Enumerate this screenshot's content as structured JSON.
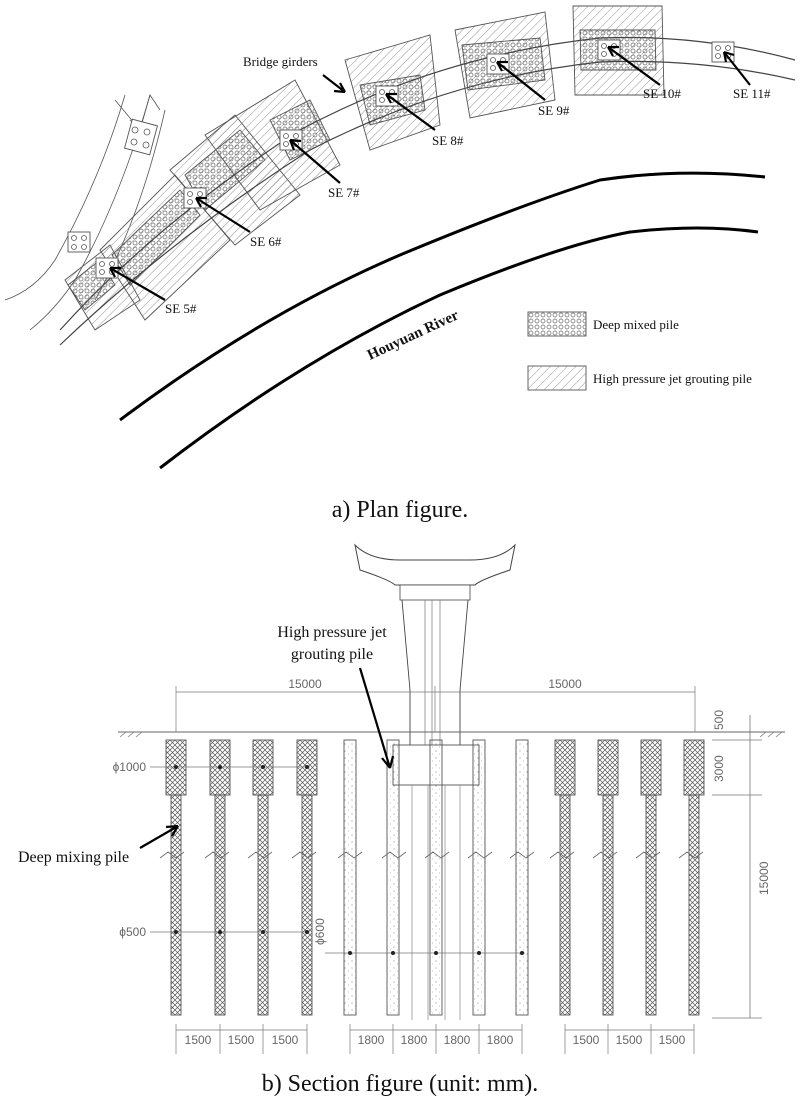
{
  "plan": {
    "caption": "a) Plan figure.",
    "bridge_label": "Bridge girders",
    "river_label": "Houyuan River",
    "piers": [
      "SE 5#",
      "SE 6#",
      "SE 7#",
      "SE 8#",
      "SE 9#",
      "SE 10#",
      "SE 11#"
    ],
    "legend": {
      "deep_mixed": "Deep mixed pile",
      "jet_grouting": "High pressure jet grouting pile"
    }
  },
  "section": {
    "caption": "b) Section figure (unit: mm).",
    "jet_label_line1": "High pressure jet",
    "jet_label_line2": "grouting pile",
    "deep_label": "Deep mixing pile",
    "dims": {
      "left_width": "15000",
      "right_width": "15000",
      "dia_1000": "ϕ1000",
      "dia_500": "ϕ500",
      "dia_600": "ϕ600",
      "top": "500",
      "upper": "3000",
      "depth": "15000"
    },
    "spacing_left": [
      "1500",
      "1500",
      "1500"
    ],
    "spacing_mid": [
      "1800",
      "1800",
      "1800",
      "1800"
    ],
    "spacing_right": [
      "1500",
      "1500",
      "1500"
    ]
  }
}
